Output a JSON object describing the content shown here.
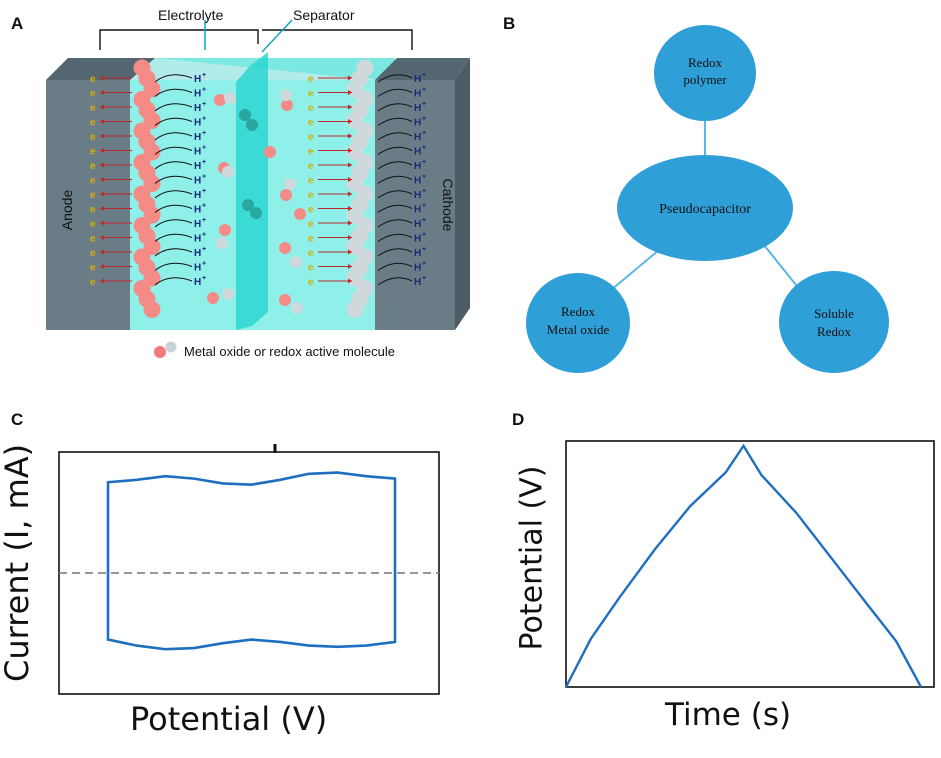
{
  "panels": {
    "a": {
      "letter": "A",
      "electrolyte_label": "Electrolyte",
      "separator_label": "Separator",
      "anode_label": "Anode",
      "cathode_label": "Cathode",
      "electron_symbol": "e",
      "proton_symbol": "H",
      "proton_charge": "+",
      "legend_text": "Metal oxide or redox active molecule"
    },
    "b": {
      "letter": "B",
      "center_node": "Pseudocapacitor",
      "nodes": {
        "top": [
          "Redox",
          "polymer"
        ],
        "bottom_left": [
          "Redox",
          "Metal oxide"
        ],
        "bottom_right": [
          "Soluble",
          "Redox"
        ]
      },
      "colors": {
        "node_fill": "#2f9fd8",
        "node_stroke": "#1a7db5",
        "link": "#5bb6e6"
      }
    },
    "c": {
      "letter": "C"
    },
    "d": {
      "letter": "D"
    }
  },
  "chart_data": [
    {
      "type": "line",
      "title": "",
      "xlabel": "Potential (V)",
      "ylabel": "Current (I, mA)",
      "description_shape": "cyclic voltammogram (closed loop)",
      "x": [
        0.0,
        0.1,
        0.2,
        0.3,
        0.4,
        0.5,
        0.6,
        0.7,
        0.8,
        0.9,
        1.0
      ],
      "series": [
        {
          "name": "",
          "values": [
            0.75,
            0.77,
            0.8,
            0.78,
            0.74,
            0.73,
            0.77,
            0.82,
            0.83,
            0.8,
            0.78
          ]
        },
        {
          "name": "",
          "values": [
            -0.55,
            -0.6,
            -0.63,
            -0.62,
            -0.58,
            -0.55,
            -0.57,
            -0.6,
            -0.61,
            -0.6,
            -0.57
          ]
        }
      ],
      "zero_line": 0,
      "xlim": [
        0,
        1
      ],
      "ylim": [
        -1,
        1
      ],
      "ticks_shown": false,
      "grid": false,
      "color": "#1f6fc0"
    },
    {
      "type": "line",
      "title": "",
      "xlabel": "Time (s)",
      "ylabel": "Potential (V)",
      "description_shape": "triangular galvanostatic charge–discharge",
      "x": [
        0,
        0.07,
        0.15,
        0.25,
        0.35,
        0.45,
        0.5,
        0.55,
        0.65,
        0.75,
        0.85,
        0.93,
        1.0
      ],
      "values": [
        0.0,
        0.2,
        0.37,
        0.57,
        0.75,
        0.89,
        1.0,
        0.88,
        0.72,
        0.53,
        0.34,
        0.19,
        0.0
      ],
      "xlim": [
        0,
        1
      ],
      "ylim": [
        0,
        1.02
      ],
      "ticks_shown": false,
      "grid": false,
      "color": "#1f6fc0"
    }
  ]
}
